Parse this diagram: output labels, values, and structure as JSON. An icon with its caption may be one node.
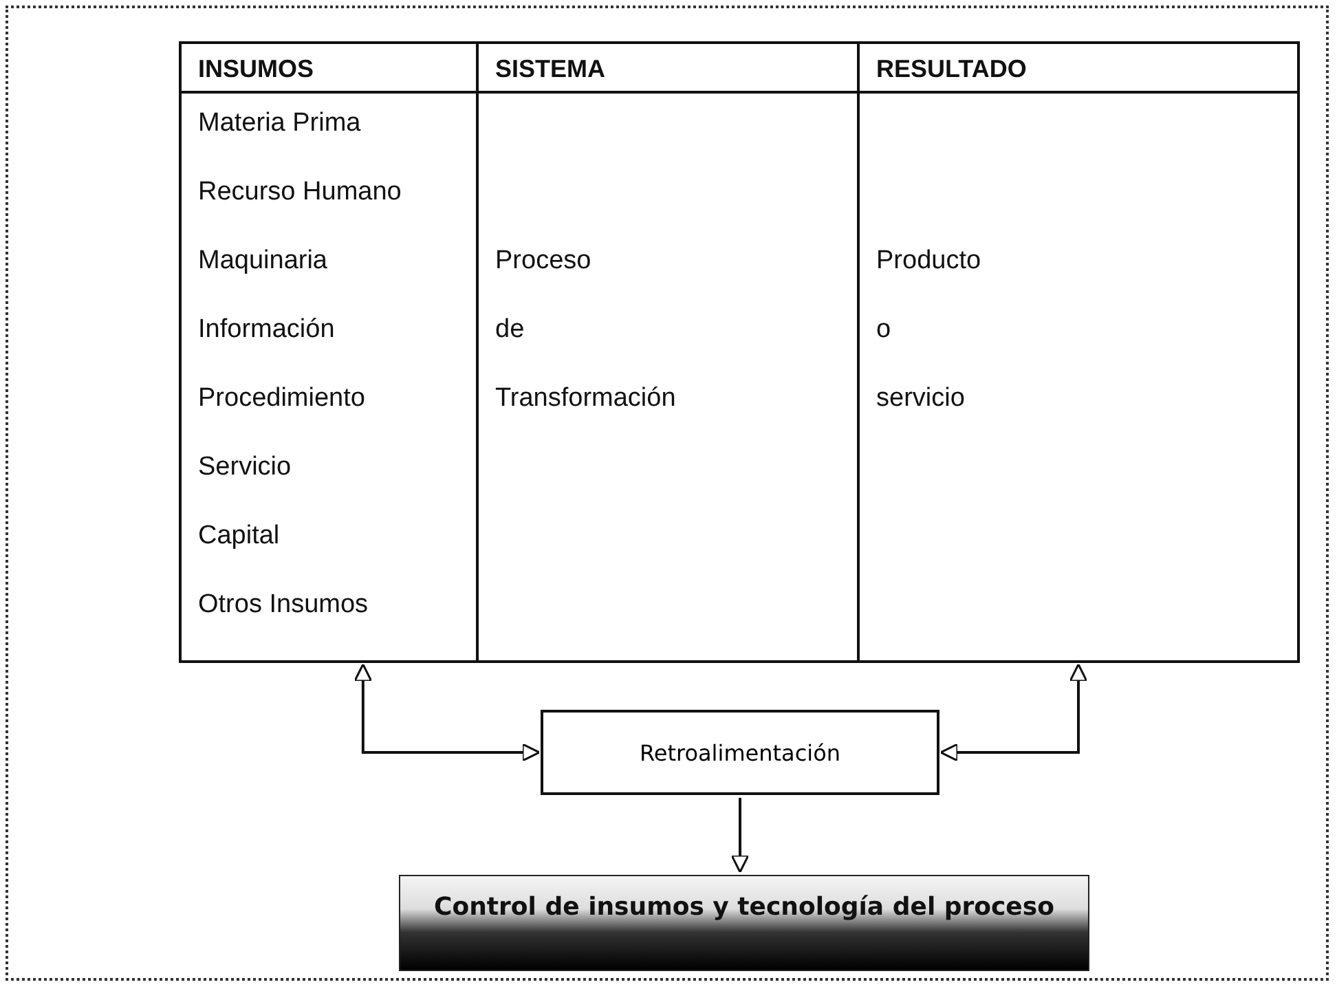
{
  "diagram": {
    "nodes": [
      {
        "text": [
          "INSUMOS",
          "Materia Prima",
          "Recurso Humano",
          "Maquinaria",
          "Información",
          "Procedimiento",
          "Servicio",
          "Capital",
          "Otros Insumos"
        ]
      },
      {
        "text": [
          "SISTEMA",
          "Proceso de Transformación"
        ]
      },
      {
        "text": [
          "RESULTADO",
          "Producto o servicio"
        ]
      },
      {
        "text": [
          "Retroalimentación"
        ]
      },
      {
        "text": [
          "Control de insumos y tecnología del proceso"
        ]
      }
    ],
    "edges": [
      {
        "from": 0,
        "to": 3,
        "arrow": "both"
      },
      {
        "from": 3,
        "to": 2,
        "arrow": "both"
      },
      {
        "from": 3,
        "to": 4,
        "arrow": "to"
      }
    ]
  }
}
